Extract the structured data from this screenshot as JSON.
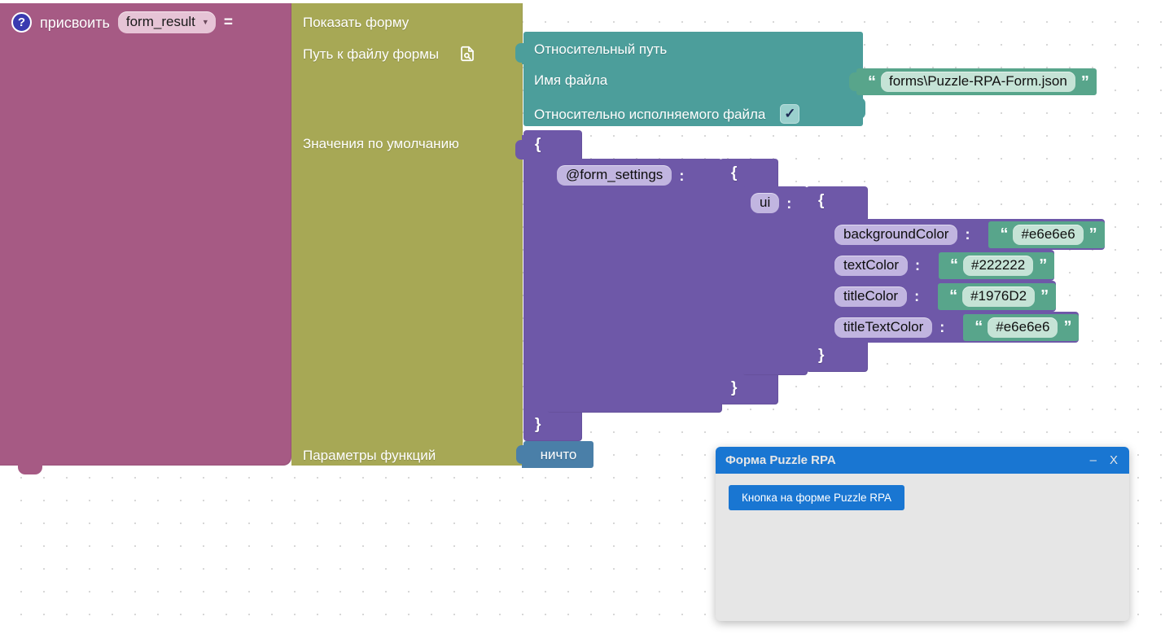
{
  "assign": {
    "help_icon": "help-icon",
    "keyword": "присвоить",
    "variable": "form_result",
    "caret": "▼",
    "equals": "="
  },
  "form_block": {
    "title": "Показать форму",
    "path_label": "Путь к файлу формы",
    "browse_icon": "file-search-icon",
    "defaults_label": "Значения по умолчанию",
    "params_label": "Параметры функций"
  },
  "path_block": {
    "relative_path_label": "Относительный путь",
    "file_name_label": "Имя файла",
    "relative_to_exe_label": "Относительно исполняемого файла",
    "relative_to_exe_checked": "✓",
    "file_name_value": "forms\\Puzzle-RPA-Form.json",
    "quote_open": "“",
    "quote_close": "”"
  },
  "defaults": {
    "brace_open": "{",
    "brace_close": "}",
    "colon": ":",
    "level1_key": "@form_settings",
    "level2_key": "ui",
    "colors": [
      {
        "key": "backgroundColor",
        "value": "#e6e6e6"
      },
      {
        "key": "textColor",
        "value": "#222222"
      },
      {
        "key": "titleColor",
        "value": "#1976D2"
      },
      {
        "key": "titleTextColor",
        "value": "#e6e6e6"
      }
    ]
  },
  "params": {
    "nothing_label": "ничто"
  },
  "rpa_dialog": {
    "title": "Форма Puzzle RPA",
    "minimize": "–",
    "close": "X",
    "button_label": "Кнопка на форме Puzzle RPA"
  },
  "palette": {
    "assign_block": "#a65a84",
    "form_block": "#a7a855",
    "path_block": "#4c9e9b",
    "string_block": "#58a58b",
    "dict_block": "#6e58a8",
    "nothing_block": "#4a7fa8",
    "dialog_accent": "#1976d2"
  }
}
